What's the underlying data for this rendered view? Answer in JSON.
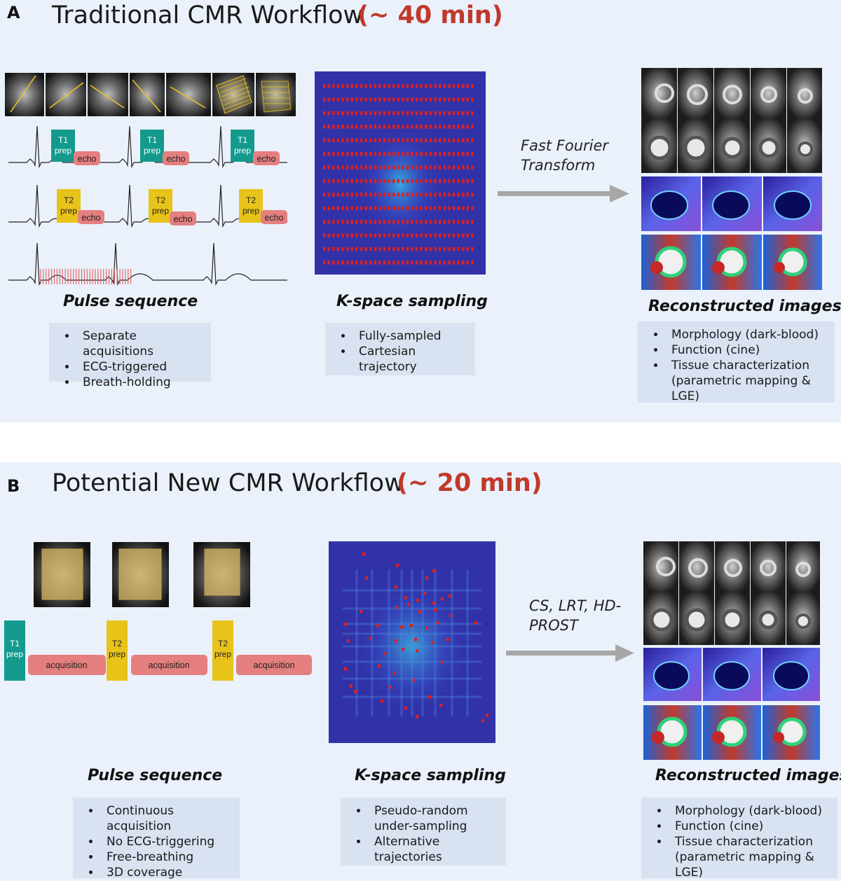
{
  "panel_a": {
    "letter": "A",
    "title": "Traditional CMR Workflow",
    "duration": "(~ 40 min)",
    "pulse": {
      "caption": "Pulse sequence",
      "row1": {
        "prep": [
          "T1",
          "prep"
        ],
        "echo": "echo"
      },
      "row2": {
        "prep": [
          "T2",
          "prep"
        ],
        "echo": "echo"
      },
      "bullets": [
        "Separate acquisitions",
        "ECG-triggered",
        "Breath-holding"
      ]
    },
    "kspace": {
      "caption": "K-space sampling",
      "bullets": [
        "Fully-sampled",
        "Cartesian trajectory"
      ]
    },
    "transform": [
      "Fast Fourier",
      "Transform"
    ],
    "recon": {
      "caption": "Reconstructed images",
      "bullets": [
        "Morphology (dark-blood)",
        "Function (cine)",
        "Tissue characterization",
        "(parametric mapping & LGE)"
      ]
    }
  },
  "panel_b": {
    "letter": "B",
    "title": "Potential New CMR Workflow",
    "duration": "(~ 20 min)",
    "pulse": {
      "caption": "Pulse sequence",
      "blocks": [
        {
          "prep": [
            "T1",
            "prep"
          ],
          "acq": "acquisition"
        },
        {
          "prep": [
            "T2",
            "prep"
          ],
          "acq": "acquisition"
        },
        {
          "prep": [
            "T2",
            "prep"
          ],
          "acq": "acquisition"
        }
      ],
      "bullets": [
        "Continuous acquisition",
        "No ECG-triggering",
        "Free-breathing",
        "3D coverage"
      ]
    },
    "kspace": {
      "caption": "K-space sampling",
      "bullets": [
        "Pseudo-random under-sampling",
        "Alternative trajectories"
      ]
    },
    "transform": [
      "CS, LRT, HD-",
      "PROST"
    ],
    "recon": {
      "caption": "Reconstructed images",
      "bullets": [
        "Morphology (dark-blood)",
        "Function (cine)",
        "Tissue characterization",
        "(parametric mapping & LGE)"
      ]
    }
  },
  "colors": {
    "panel_bg": "#eaf1fb",
    "title_accent": "#c0392b",
    "t1_prep": "#139a8c",
    "t2_prep": "#e8c31a",
    "echo": "#e57f7f",
    "kspace_bg": "#3232a8",
    "sample": "#e0201a",
    "arrow": "#a7a7a7",
    "bullet_box": "#d8e2f1"
  }
}
